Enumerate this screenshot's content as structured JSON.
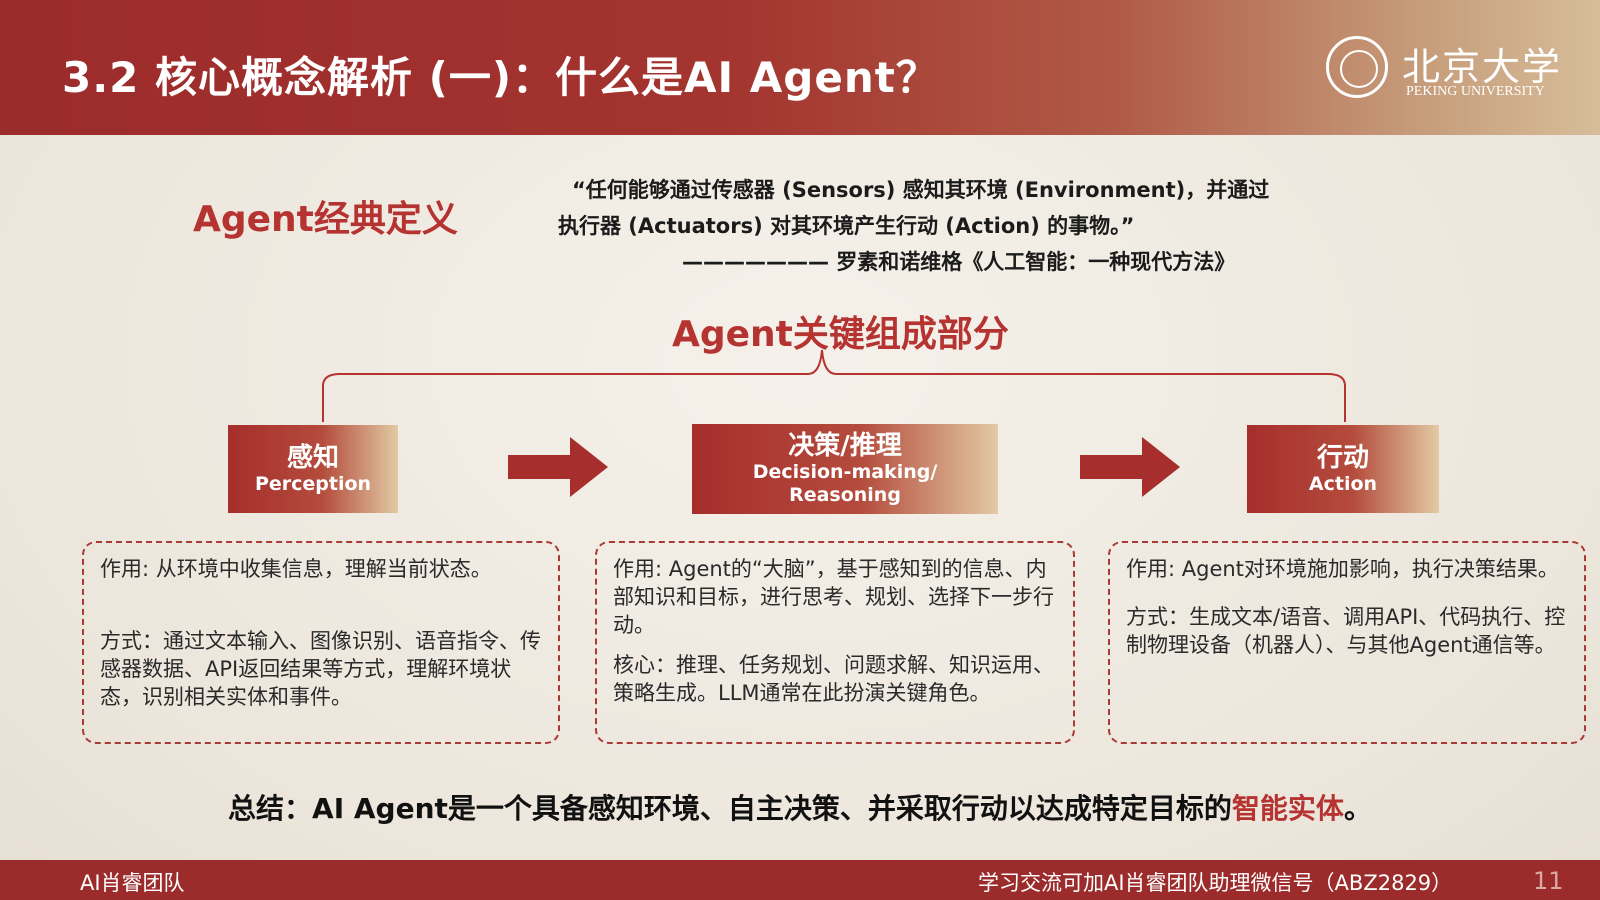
{
  "header": {
    "title": "3.2 核心概念解析 (一)：什么是AI Agent？",
    "logo_cn": "北京大学",
    "logo_en": "PEKING UNIVERSITY"
  },
  "definition": {
    "heading": "Agent经典定义",
    "quote_line1": "“任何能够通过传感器 (Sensors) 感知其环境 (Environment)，并通过",
    "quote_line2": "执行器 (Actuators) 对其环境产生行动 (Action) 的事物。”",
    "source": "——————— 罗素和诺维格《人工智能：一种现代方法》"
  },
  "components": {
    "heading": "Agent关键组成部分",
    "items": [
      {
        "title_cn": "感知",
        "title_en": "Perception",
        "role": "作用: 从环境中收集信息，理解当前状态。",
        "method": "方式：通过文本输入、图像识别、语音指令、传感器数据、API返回结果等方式，理解环境状态，识别相关实体和事件。"
      },
      {
        "title_cn": "决策/推理",
        "title_en": "Decision-making/ Reasoning",
        "role": "作用:  Agent的“大脑”，基于感知到的信息、内部知识和目标，进行思考、规划、选择下一步行动。",
        "method": "核心：推理、任务规划、问题求解、知识运用、策略生成。LLM通常在此扮演关键角色。"
      },
      {
        "title_cn": "行动",
        "title_en": "Action",
        "role": "作用:  Agent对环境施加影响，执行决策结果。",
        "method": "方式：生成文本/语音、调用API、代码执行、控制物理设备（机器人）、与其他Agent通信等。"
      }
    ]
  },
  "summary": {
    "text": "总结：AI Agent是一个具备感知环境、自主决策、并采取行动以达成特定目标的",
    "highlight": "智能实体",
    "end": "。"
  },
  "footer": {
    "left": "AI肖睿团队",
    "right": "学习交流可加AI肖睿团队助理微信号（ABZ2829）",
    "page": "11"
  },
  "colors": {
    "brand_red": "#9c2b2b",
    "accent_red": "#b53330"
  }
}
